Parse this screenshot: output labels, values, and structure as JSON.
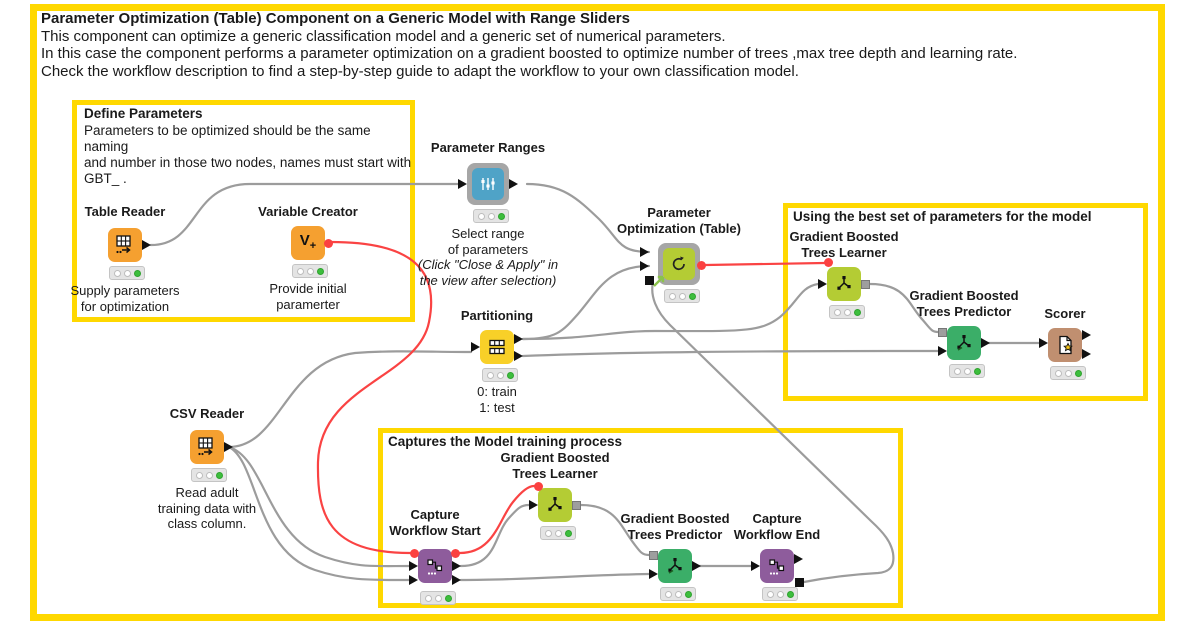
{
  "colors": {
    "annotation_border": "#FFD800",
    "wire_gray": "#9C9C9C",
    "wire_flow_red": "#FA4343",
    "node_orange": "#F5A030",
    "node_yellow": "#F8D028",
    "node_chartreuse": "#B4CC34",
    "node_green": "#3BAE68",
    "node_blue": "#4FA3C7",
    "node_purple": "#8E5C9C",
    "node_tan": "#C08F70",
    "status_green": "#3DBE3D"
  },
  "description": {
    "title": "Parameter Optimization (Table) Component on a Generic Model with Range Sliders",
    "body": "This component can optimize a generic classification model and a generic set of numerical parameters.\nIn this case the component performs a parameter optimization on a gradient boosted to optimize number of trees ,max tree depth and learning rate.\nCheck the workflow description to find a step-by-step guide to adapt the workflow to your own classification model."
  },
  "annotations": {
    "define_parameters": {
      "title": "Define Parameters",
      "body": "Parameters to be optimized should be the same naming\nand number in those two nodes, names must start with\nGBT_ ."
    },
    "best_parameters": {
      "title": "Using the best set of parameters for the model"
    },
    "capture": {
      "title": "Captures the Model training process"
    }
  },
  "nodes": {
    "table_reader": {
      "label": "Table Reader",
      "caption": "Supply parameters\nfor optimization",
      "status": "executed"
    },
    "variable_creator": {
      "label": "Variable Creator",
      "caption": "Provide initial\nparamerter",
      "icon_text": "V",
      "icon_plus": "+",
      "status": "executed"
    },
    "parameter_ranges": {
      "label": "Parameter Ranges",
      "caption": "Select range\nof parameters",
      "caption_italic": "(Click \"Close & Apply\" in\nthe view after selection)",
      "status": "executed"
    },
    "param_opt": {
      "label": "Parameter\nOptimization (Table)",
      "status": "executed"
    },
    "partitioning": {
      "label": "Partitioning",
      "caption": "0: train\n1: test",
      "status": "executed"
    },
    "csv_reader": {
      "label": "CSV Reader",
      "caption": "Read adult\ntraining data with\nclass column.",
      "status": "executed"
    },
    "gbt_learner_right": {
      "label": "Gradient Boosted\nTrees Learner",
      "status": "executed"
    },
    "gbt_pred_right": {
      "label": "Gradient Boosted\nTrees Predictor",
      "status": "executed"
    },
    "scorer": {
      "label": "Scorer",
      "status": "executed"
    },
    "capture_start": {
      "label": "Capture\nWorkflow Start",
      "status": "executed"
    },
    "gbt_learner_bottom": {
      "label": "Gradient Boosted\nTrees Learner",
      "status": "executed"
    },
    "gbt_pred_bottom": {
      "label": "Gradient Boosted\nTrees Predictor",
      "status": "executed"
    },
    "capture_end": {
      "label": "Capture\nWorkflow End",
      "status": "executed"
    }
  },
  "edges": [
    {
      "from": "table_reader",
      "to": "parameter_ranges",
      "type": "data"
    },
    {
      "from": "parameter_ranges",
      "to": "param_opt:in1",
      "type": "data"
    },
    {
      "from": "partitioning:train",
      "to": "param_opt:in2",
      "type": "data"
    },
    {
      "from": "partitioning:train",
      "to": "gbt_learner_right",
      "type": "data"
    },
    {
      "from": "partitioning:test",
      "to": "gbt_pred_right:data",
      "type": "data"
    },
    {
      "from": "csv_reader",
      "to": "partitioning",
      "type": "data"
    },
    {
      "from": "csv_reader",
      "to": "capture_start:in1",
      "type": "data"
    },
    {
      "from": "csv_reader",
      "to": "capture_start:in2",
      "type": "data"
    },
    {
      "from": "capture_start:out1",
      "to": "gbt_learner_bottom",
      "type": "data"
    },
    {
      "from": "capture_start:out2",
      "to": "gbt_pred_bottom:data",
      "type": "data"
    },
    {
      "from": "gbt_learner_bottom",
      "to": "gbt_pred_bottom:model",
      "type": "model"
    },
    {
      "from": "gbt_pred_bottom",
      "to": "capture_end",
      "type": "data"
    },
    {
      "from": "capture_end:workflow",
      "to": "param_opt:in3",
      "type": "workflow"
    },
    {
      "from": "gbt_learner_right",
      "to": "gbt_pred_right:model",
      "type": "model"
    },
    {
      "from": "gbt_pred_right",
      "to": "scorer",
      "type": "data"
    },
    {
      "from": "variable_creator",
      "to": "capture_start:flowvar",
      "type": "flow-variable"
    },
    {
      "from": "param_opt:flowvar",
      "to": "gbt_learner_right:flowvar",
      "type": "flow-variable"
    },
    {
      "from": "capture_start:flowvar-out",
      "to": "gbt_learner_bottom:flowvar",
      "type": "flow-variable"
    }
  ]
}
